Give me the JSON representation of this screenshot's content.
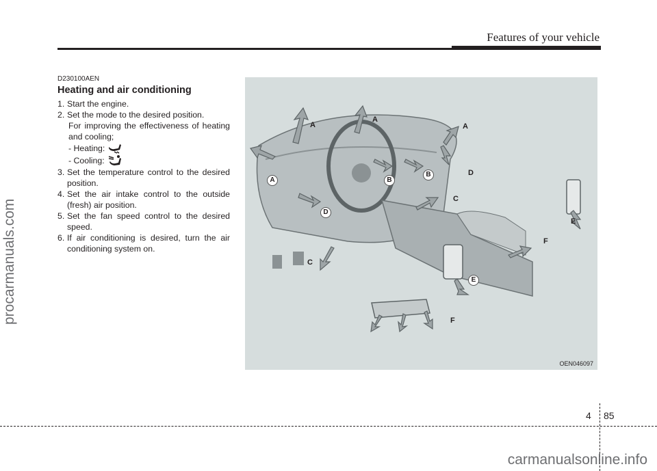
{
  "header": {
    "section_title": "Features of your vehicle"
  },
  "side_watermark": "procarmanuals.com",
  "content": {
    "code": "D230100AEN",
    "heading": "Heating and air conditioning",
    "step1": "Start the engine.",
    "step2": "Set the mode to the desired position.",
    "step2_note": "For improving the effectiveness of heating and cooling;",
    "heating_label": "- Heating:",
    "cooling_label": "- Cooling:",
    "step3": "Set the temperature control to the desired position.",
    "step4": "Set the air intake control to the outside (fresh) air position.",
    "step5": "Set the fan speed control to the desired speed.",
    "step6": "If air conditioning is desired, turn the air conditioning system on.",
    "nums": [
      "1.",
      "2.",
      "3.",
      "4.",
      "5.",
      "6."
    ]
  },
  "figure": {
    "code": "OEN046097",
    "labels": {
      "a": "A",
      "b": "B",
      "c": "C",
      "d": "D",
      "e": "E",
      "f": "F"
    }
  },
  "footer": {
    "chapter": "4",
    "page": "85"
  },
  "bottom_watermark": "carmanualsonline.info"
}
